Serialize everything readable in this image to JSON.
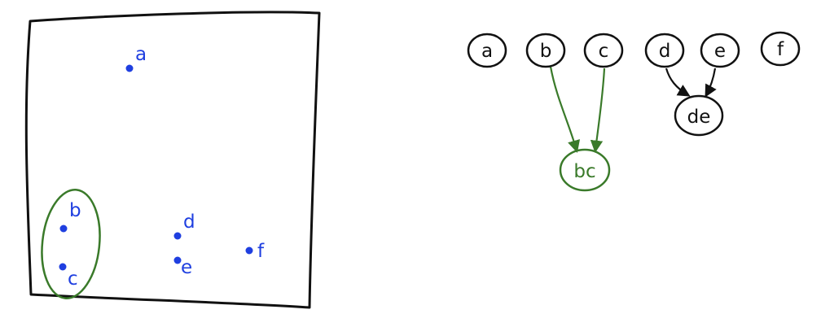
{
  "colors": {
    "ink": "#111111",
    "points": "#1f3fe0",
    "cluster": "#3a7a2a",
    "background": "#ffffff"
  },
  "scatter_panel": {
    "points": [
      {
        "id": "a",
        "label": "a"
      },
      {
        "id": "b",
        "label": "b"
      },
      {
        "id": "c",
        "label": "c"
      },
      {
        "id": "d",
        "label": "d"
      },
      {
        "id": "e",
        "label": "e"
      },
      {
        "id": "f",
        "label": "f"
      }
    ],
    "cluster_members": [
      "b",
      "c"
    ]
  },
  "tree_panel": {
    "leaves": [
      "a",
      "b",
      "c",
      "d",
      "e",
      "f"
    ],
    "merges": [
      {
        "label": "bc",
        "children": [
          "b",
          "c"
        ],
        "highlighted": true
      },
      {
        "label": "de",
        "children": [
          "d",
          "e"
        ],
        "highlighted": false
      }
    ]
  }
}
